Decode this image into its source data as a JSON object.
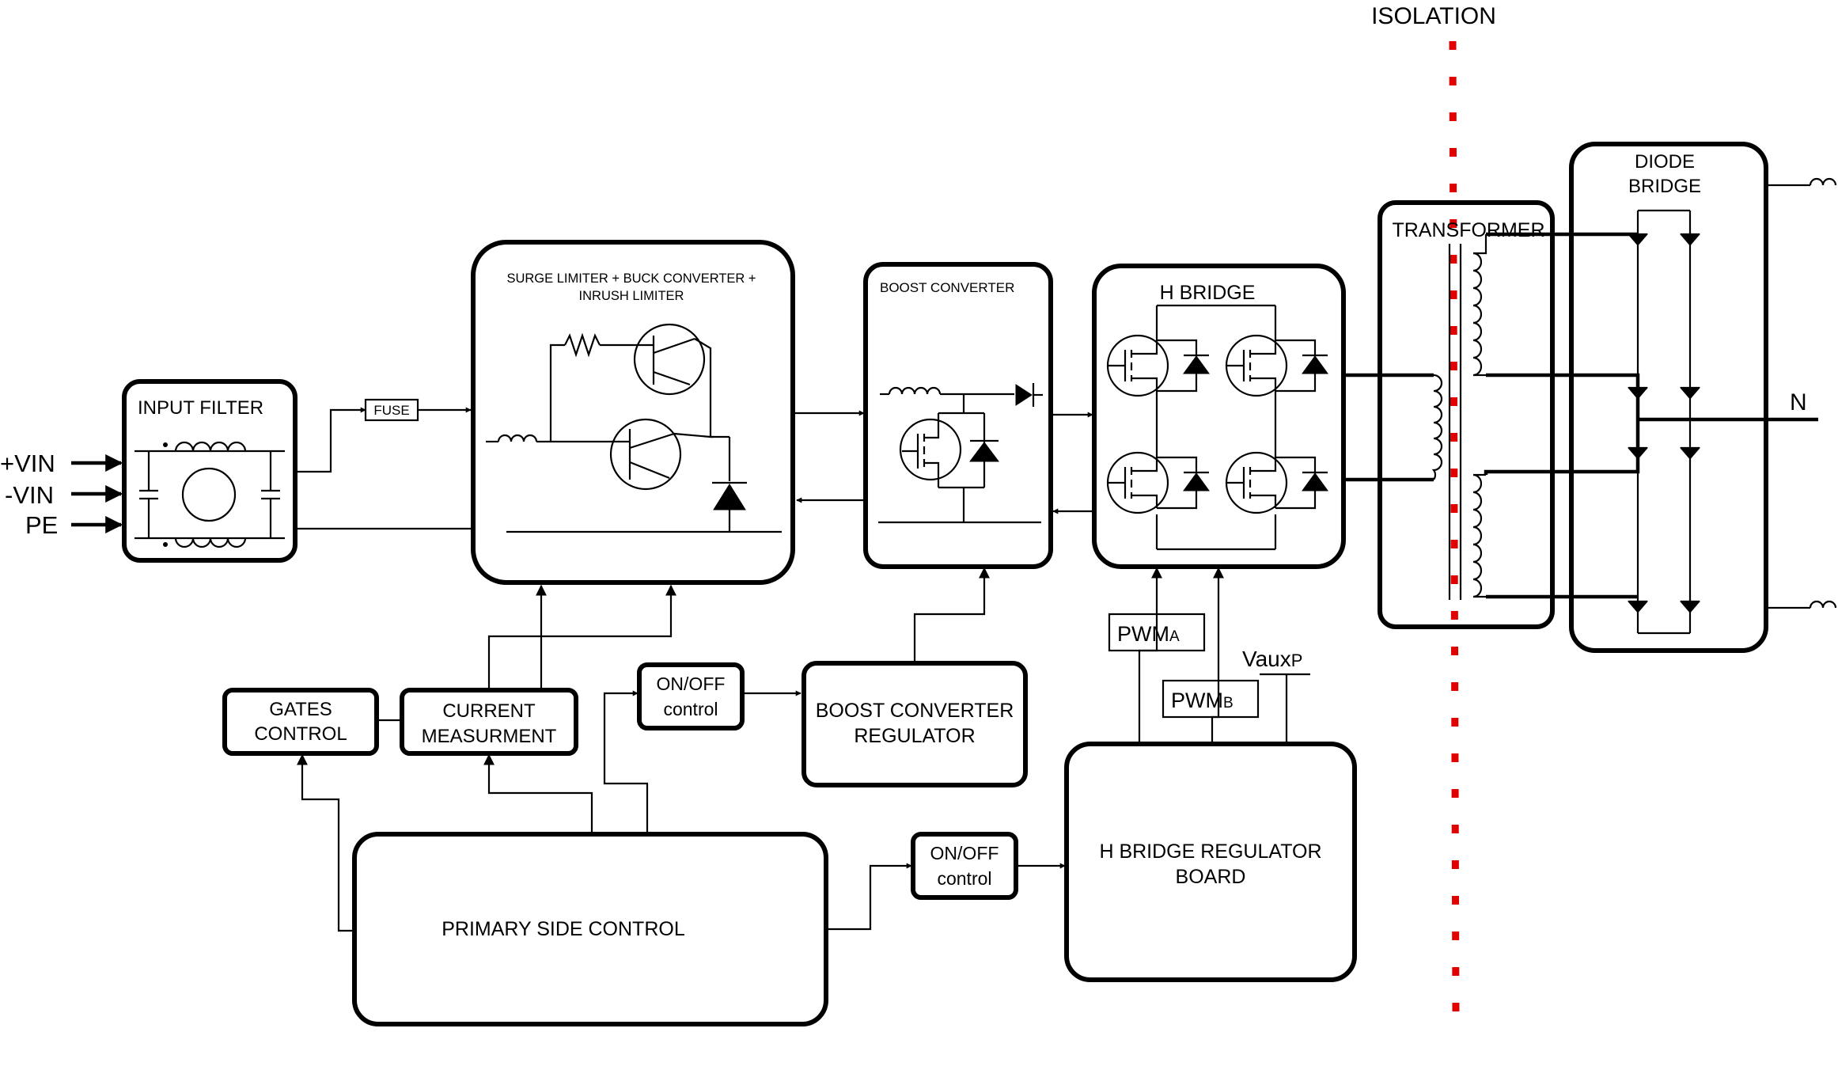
{
  "isolation_label": "ISOLATION",
  "inputs": {
    "vin_pos": "+VIN",
    "vin_neg": "-VIN",
    "pe": "PE"
  },
  "input_filter": {
    "title": "INPUT FILTER"
  },
  "fuse": {
    "label": "FUSE"
  },
  "surge_block": {
    "line1": "SURGE LIMITER + BUCK CONVERTER +",
    "line2": "INRUSH LIMITER"
  },
  "boost_block": {
    "title": "BOOST CONVERTER"
  },
  "hbridge_block": {
    "title": "H BRIDGE"
  },
  "transformer_block": {
    "title": "TRANSFORMER"
  },
  "diode_bridge": {
    "line1": "DIODE",
    "line2": "BRIDGE"
  },
  "output_label": "N",
  "gates_control": {
    "line1": "GATES",
    "line2": "CONTROL"
  },
  "current_measurement": {
    "line1": "CURRENT",
    "line2": "MEASURMENT"
  },
  "onoff_top": {
    "line1": "ON/OFF",
    "line2": "control"
  },
  "boost_regulator": {
    "line1": "BOOST CONVERTER",
    "line2": "REGULATOR"
  },
  "pwm_a": {
    "main": "PWM",
    "sub": "A"
  },
  "pwm_b": {
    "main": "PWM",
    "sub": "B"
  },
  "vaux": {
    "main": "Vaux",
    "sub": "P"
  },
  "primary_control": {
    "label": "PRIMARY SIDE CONTROL"
  },
  "onoff_bottom": {
    "line1": "ON/OFF",
    "line2": "control"
  },
  "hbridge_regulator": {
    "line1": "H BRIDGE REGULATOR",
    "line2": "BOARD"
  },
  "colors": {
    "isolation_line": "#e00000",
    "stroke": "#000000"
  }
}
